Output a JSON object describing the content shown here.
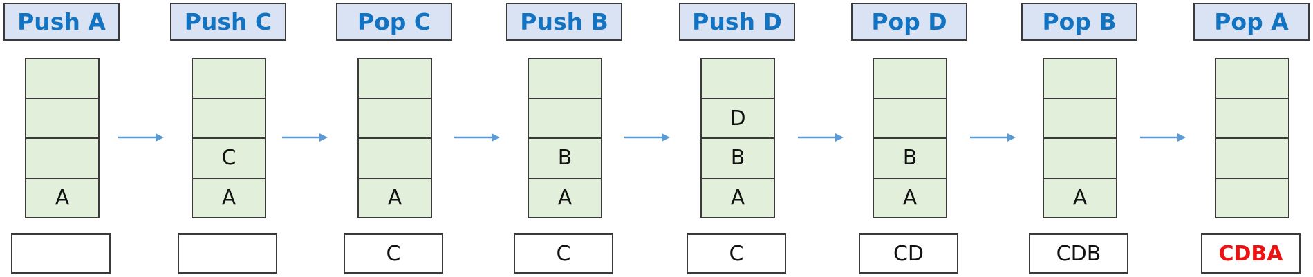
{
  "colors": {
    "label_fill": "#dae3f3",
    "label_text": "#1173c1",
    "stack_fill": "#e2efda",
    "border": "#3a3a3a",
    "arrow": "#5b9bd5",
    "final_output_text": "#ee1111"
  },
  "steps": [
    {
      "label": "Push A",
      "cells": [
        "",
        "",
        "",
        "A"
      ],
      "output": "",
      "final": false
    },
    {
      "label": "Push C",
      "cells": [
        "",
        "",
        "C",
        "A"
      ],
      "output": "",
      "final": false
    },
    {
      "label": "Pop C",
      "cells": [
        "",
        "",
        "",
        "A"
      ],
      "output": "C",
      "final": false
    },
    {
      "label": "Push B",
      "cells": [
        "",
        "",
        "B",
        "A"
      ],
      "output": "C",
      "final": false
    },
    {
      "label": "Push D",
      "cells": [
        "",
        "D",
        "B",
        "A"
      ],
      "output": "C",
      "final": false
    },
    {
      "label": "Pop D",
      "cells": [
        "",
        "",
        "B",
        "A"
      ],
      "output": "CD",
      "final": false
    },
    {
      "label": "Pop B",
      "cells": [
        "",
        "",
        "",
        "A"
      ],
      "output": "CDB",
      "final": false
    },
    {
      "label": "Pop A",
      "cells": [
        "",
        "",
        "",
        ""
      ],
      "output": "CDBA",
      "final": true
    }
  ]
}
